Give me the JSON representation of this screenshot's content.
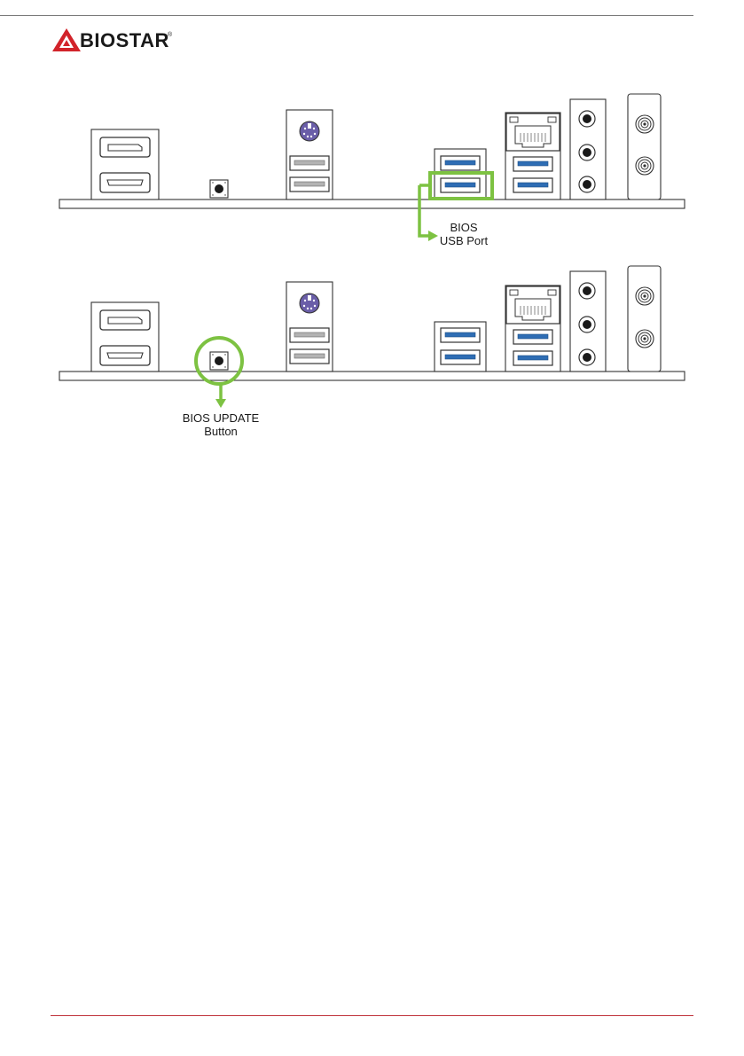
{
  "header": {
    "brand": "BIOSTAR",
    "brand_mark": "®",
    "logo_color": "#d2232a"
  },
  "diagram_top": {
    "callout_line1": "BIOS",
    "callout_line2": "USB Port",
    "highlight_color": "#7dc242"
  },
  "diagram_bottom": {
    "callout_line1": "BIOS UPDATE",
    "callout_line2": "Button",
    "highlight_color": "#7dc242"
  },
  "footer": {
    "rule_color": "#c0323a"
  }
}
